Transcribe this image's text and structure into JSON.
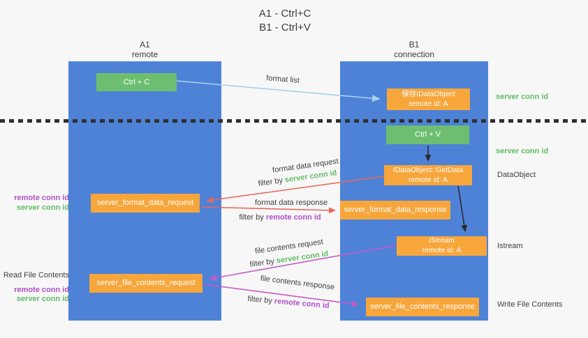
{
  "title": {
    "line1": "A1 - Ctrl+C",
    "line2": "B1 - Ctrl+V"
  },
  "lanes": {
    "left": {
      "name": "A1",
      "subtitle": "remote"
    },
    "right": {
      "name": "B1",
      "subtitle": "connection"
    }
  },
  "nodes": {
    "ctrl_c": {
      "label": "Ctrl + C"
    },
    "save_dataobject": {
      "line1": "保存IDataObject",
      "line2": "remote id: A"
    },
    "ctrl_v": {
      "label": "Ctrl + V"
    },
    "getdata": {
      "line1": "IDataObject::GetData",
      "line2": "remote id: A"
    },
    "format_request": {
      "label": "server_format_data_request"
    },
    "format_response": {
      "label": "server_format_data_response"
    },
    "istream": {
      "line1": "IStream",
      "line2": "remote id: A"
    },
    "file_request": {
      "label": "server_file_contents_request"
    },
    "file_response": {
      "label": "server_file_contents_response"
    }
  },
  "arrow_labels": {
    "format_list": "format list",
    "format_data_request": "format data request",
    "format_data_response": "format data response",
    "file_contents_request": "file contents request",
    "file_contents_response": "file contents response",
    "filter_prefix": "filter by ",
    "server_conn_id": "server conn id",
    "remote_conn_id": "remote conn id"
  },
  "annotations": {
    "right_server_conn_id_1": "server conn id",
    "right_server_conn_id_2": "server conn id",
    "dataobject": "DataObject",
    "istream": "Istream",
    "write_file_contents": "Write File Contents",
    "left_remote_conn_id_1": "remote conn id",
    "left_server_conn_id_1": "server conn id",
    "read_file_contents": "Read File Contents",
    "left_remote_conn_id_2": "remote conn id",
    "left_server_conn_id_2": "server conn id"
  },
  "colors": {
    "background": "#f7f7f7",
    "lane_blue": "#4d82d7",
    "box_green": "#6ebe71",
    "box_orange": "#f7a63c",
    "arrow_blue": "#a7cfed",
    "arrow_red": "#e9685c",
    "arrow_magenta": "#c45ac4",
    "arrow_black": "#2a2a2a",
    "text_green": "#62bd66",
    "text_purple": "#b04fc8",
    "text_dark": "#3f3f3f"
  }
}
